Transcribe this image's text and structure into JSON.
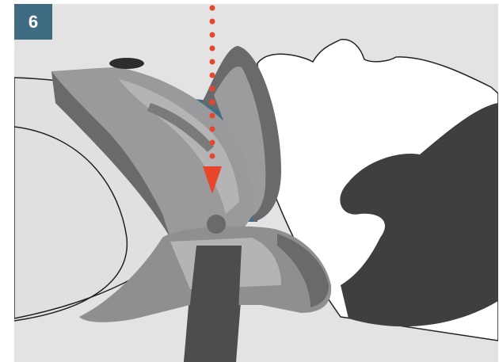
{
  "step": {
    "number": "6"
  },
  "colors": {
    "background": "#e3e3e3",
    "badge": "#3f6c83",
    "arrow": "#e8462c",
    "hair": "#3f3f3f",
    "collar_dark": "#5f5f60",
    "collar_mid": "#8f8f91",
    "collar_light": "#b4b4b6",
    "teal_pad": "#3d6f86",
    "strap": "#4d4d4f",
    "skin_white": "#ffffff"
  },
  "illustration": {
    "subject": "cervical-collar-on-supine-patient",
    "indicator": "red-dotted-arrow-down"
  }
}
